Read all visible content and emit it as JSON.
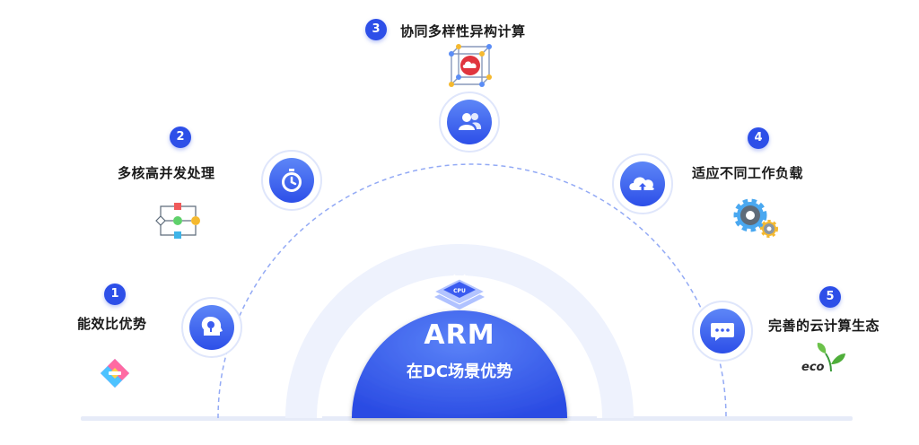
{
  "center": {
    "title": "ARM",
    "subtitle": "在DC场景优势",
    "chip_label": "CPU"
  },
  "nodes": [
    {
      "number": "1",
      "label": "能效比优势",
      "icon": "lightbulb-head-icon",
      "illustration": "layered-diamond-icon"
    },
    {
      "number": "2",
      "label": "多核高并发处理",
      "icon": "stopwatch-icon",
      "illustration": "process-flow-icon"
    },
    {
      "number": "3",
      "label": "协同多样性异构计算",
      "icon": "users-icon",
      "illustration": "cloud-cube-network-icon"
    },
    {
      "number": "4",
      "label": "适应不同工作负载",
      "icon": "cloud-upload-icon",
      "illustration": "gears-icon"
    },
    {
      "number": "5",
      "label": "完善的云计算生态",
      "icon": "chat-bubble-icon",
      "illustration": "eco-sprout-icon"
    }
  ],
  "eco_label": "eco",
  "colors": {
    "primary": "#2d4fe8",
    "primary_light": "#4d74f5",
    "arc_line": "#93aaf5",
    "halo": "#eef2fd",
    "ground": "#e6ebf8"
  }
}
